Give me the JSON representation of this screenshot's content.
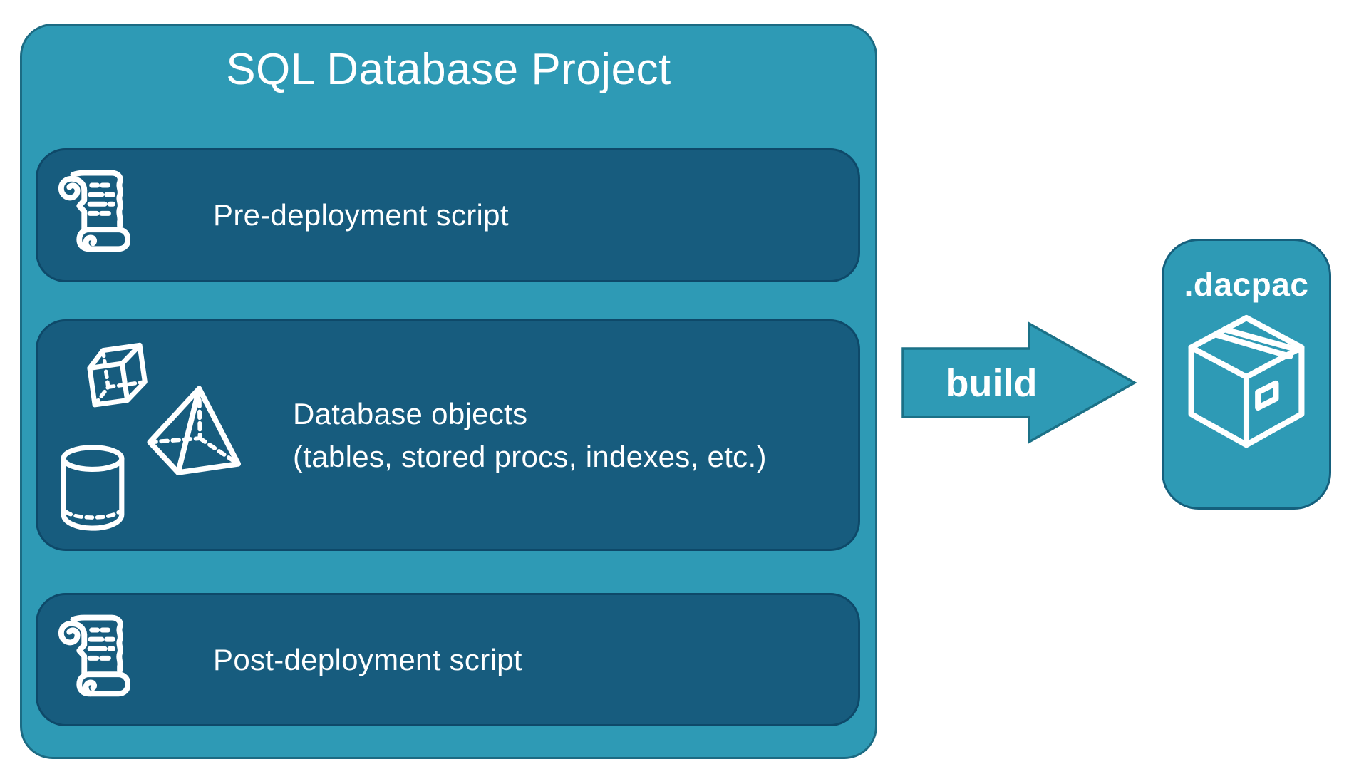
{
  "project": {
    "title": "SQL Database Project",
    "panels": [
      {
        "id": "pre-deployment",
        "label": "Pre-deployment script",
        "icon": "scroll-icon"
      },
      {
        "id": "database-objects",
        "label_line1": "Database objects",
        "label_line2": "(tables, stored procs, indexes, etc.)",
        "icons": [
          "cube-icon",
          "pyramid-icon",
          "cylinder-icon"
        ]
      },
      {
        "id": "post-deployment",
        "label": "Post-deployment script",
        "icon": "scroll-icon"
      }
    ]
  },
  "build_arrow": {
    "label": "build"
  },
  "dacpac": {
    "label": ".dacpac",
    "icon": "package-icon"
  },
  "colors": {
    "container_teal": "#2E9AB5",
    "panel_dark": "#175C7E",
    "panel_border": "#0E4969",
    "outline_dark": "#1C6B83",
    "text_white": "#FFFFFF"
  }
}
